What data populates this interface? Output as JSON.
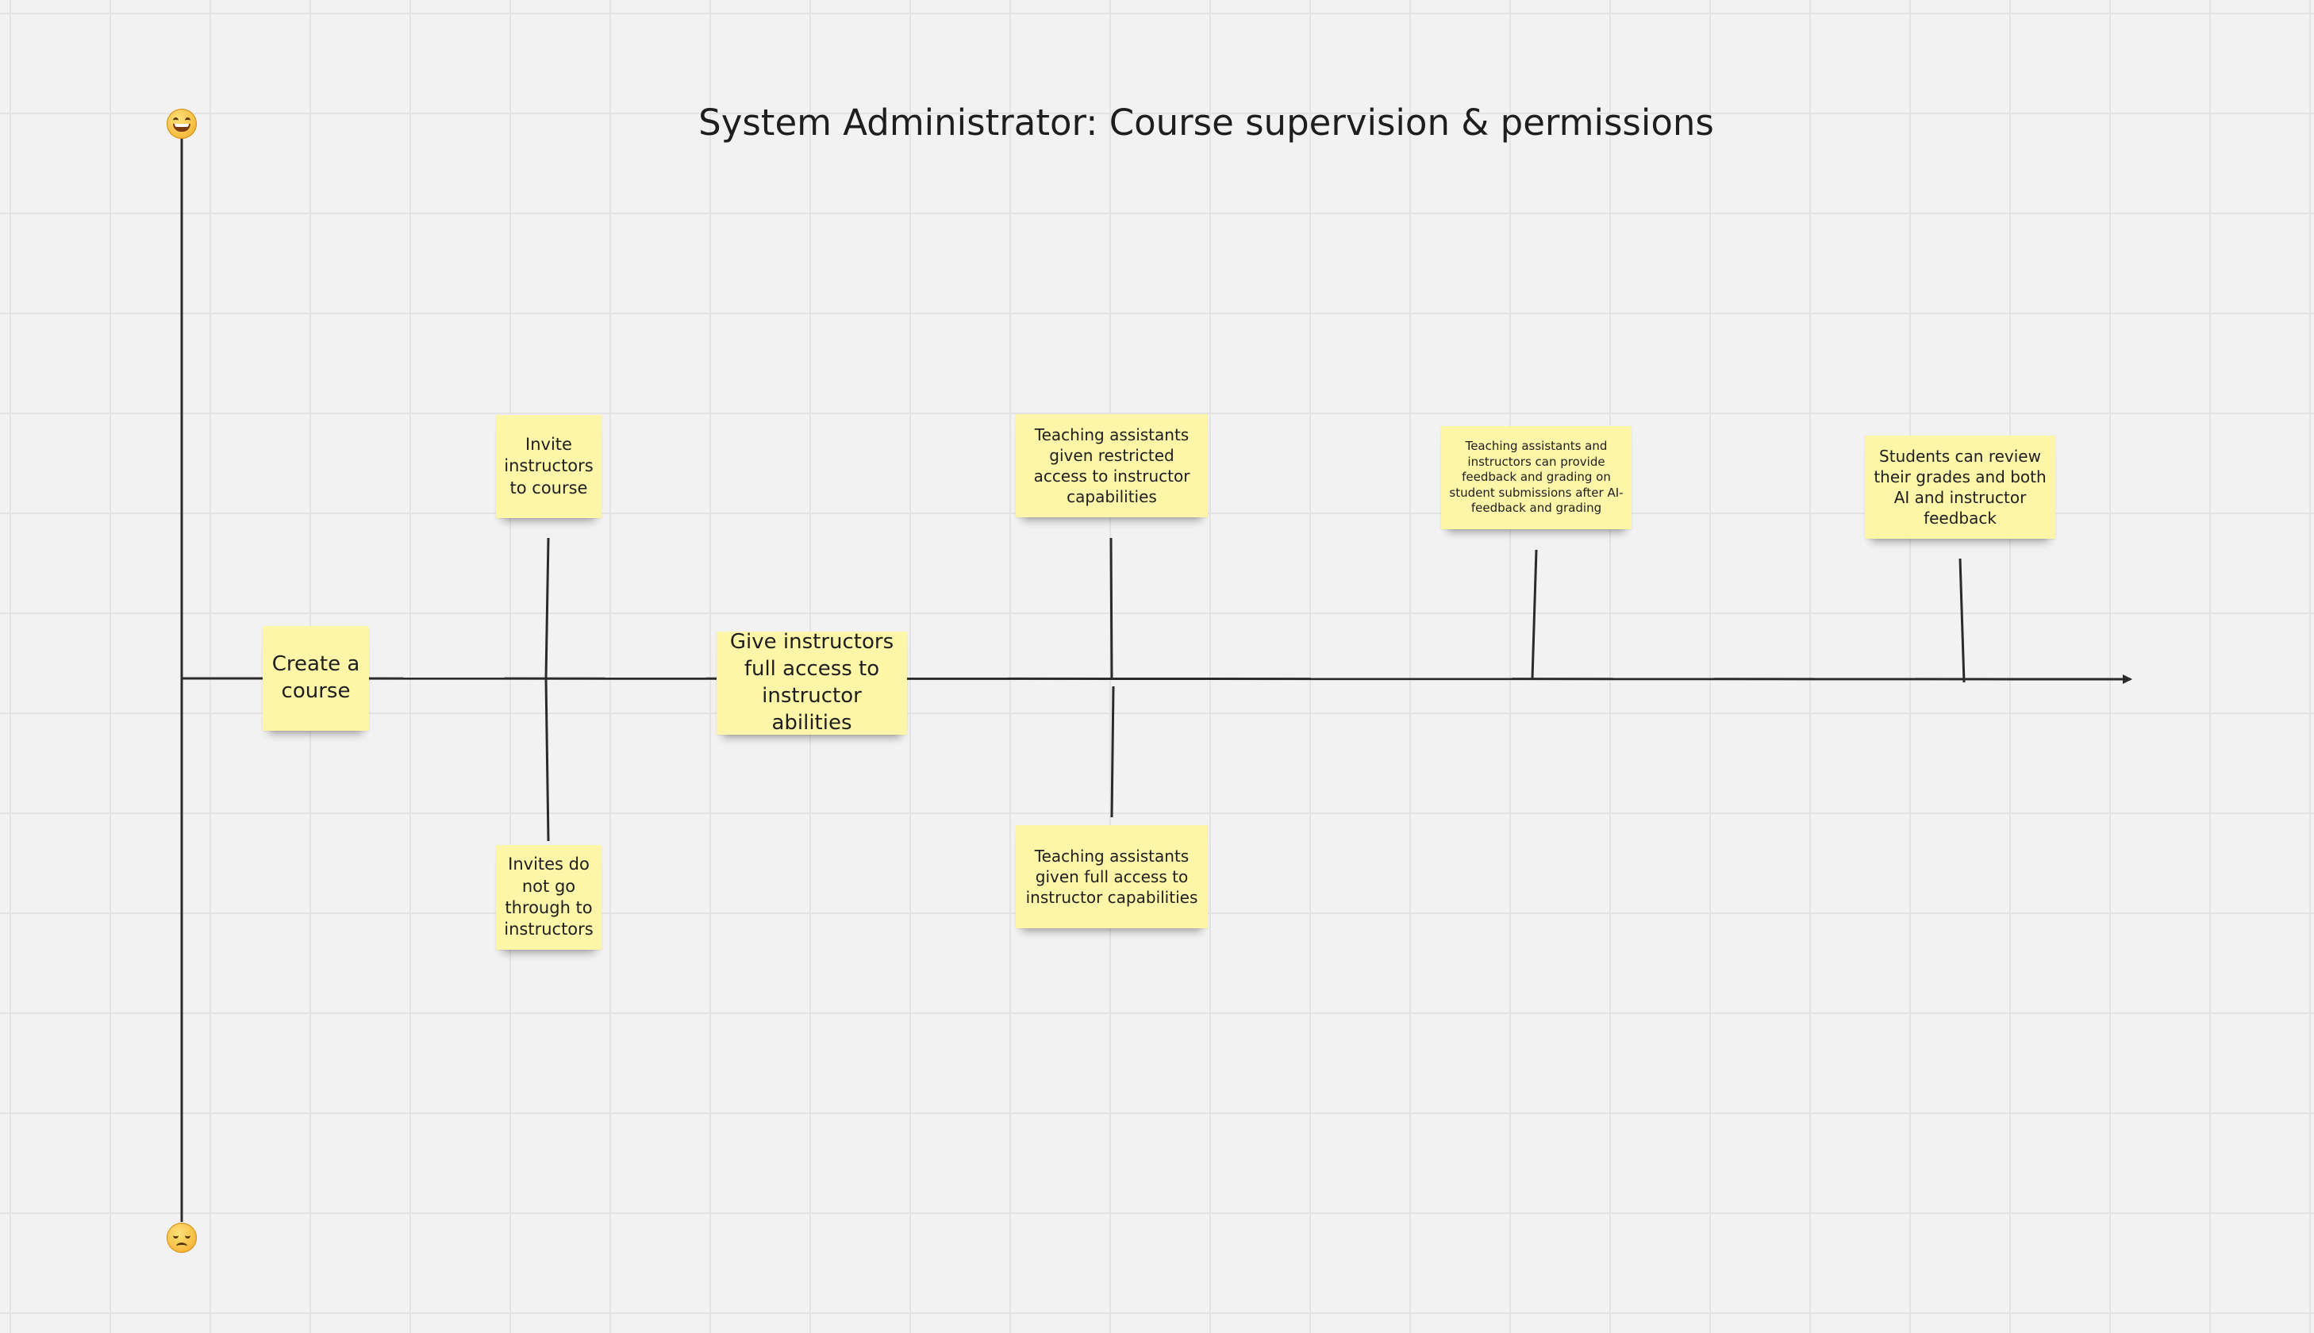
{
  "board": {
    "title": "System Administrator:  Course supervision & permissions"
  },
  "axis": {
    "top_icon": "grinning-face-emoji",
    "bottom_icon": "pensive-face-emoji"
  },
  "notes": {
    "create_course": "Create a course",
    "give_instructors": "Give instructors full access to instructor abilities",
    "invite_instructors": "Invite instructors to course",
    "invites_fail": "Invites do not go through to instructors",
    "ta_restricted": "Teaching assistants given restricted access to instructor capabilities",
    "ta_full": "Teaching assistants given full access to instructor capabilities",
    "feedback_grading": "Teaching assistants and instructors can provide feedback and grading on student submissions after AI-feedback and grading",
    "students_review": "Students can review their grades and both AI and instructor feedback"
  },
  "colors": {
    "sticky": "#fdf6a8",
    "line": "#2b2b2b",
    "grid": "#e3e3e3",
    "background": "#f2f2f2"
  }
}
